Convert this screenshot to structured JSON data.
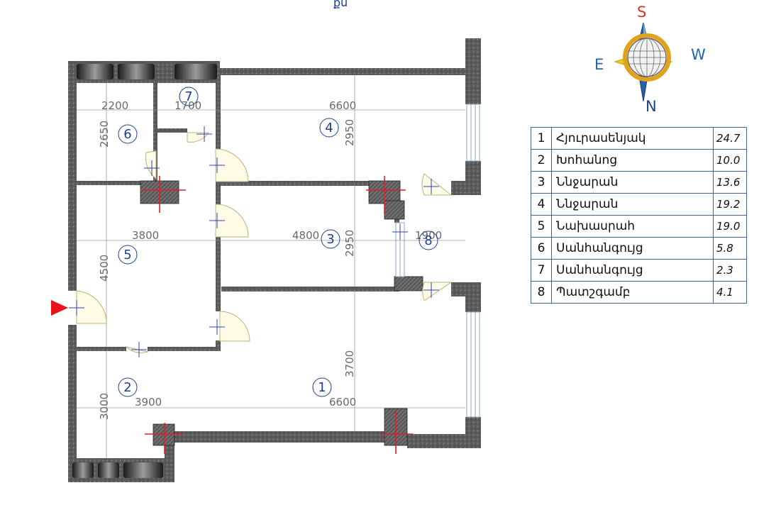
{
  "top_label": "քս",
  "compass": {
    "S": "S",
    "E": "E",
    "W": "W",
    "N": "N",
    "colors": {
      "S": "#d9342b",
      "E": "#1d63b5",
      "W": "#1d63b5",
      "N": "#1d3f8f"
    }
  },
  "dimensions": [
    "2200",
    "1700",
    "6600",
    "2650",
    "2950",
    "3800",
    "4800",
    "2950",
    "1900",
    "4500",
    "3700",
    "3900",
    "6600",
    "3000"
  ],
  "room_numbers": [
    "7",
    "6",
    "4",
    "5",
    "3",
    "8",
    "2",
    "1"
  ],
  "legend": [
    {
      "n": "1",
      "name": "Հյուրասենյակ",
      "area": "24.7"
    },
    {
      "n": "2",
      "name": "Խոհանոց",
      "area": "10.0"
    },
    {
      "n": "3",
      "name": "Ննջարան",
      "area": "13.6"
    },
    {
      "n": "4",
      "name": "Ննջարան",
      "area": "19.2"
    },
    {
      "n": "5",
      "name": "Նախասրահ",
      "area": "19.0"
    },
    {
      "n": "6",
      "name": "Սանհանգույց",
      "area": "5.8"
    },
    {
      "n": "7",
      "name": "Սանհանգույց",
      "area": "2.3"
    },
    {
      "n": "8",
      "name": "Պատշգամբ",
      "area": "4.1"
    }
  ]
}
